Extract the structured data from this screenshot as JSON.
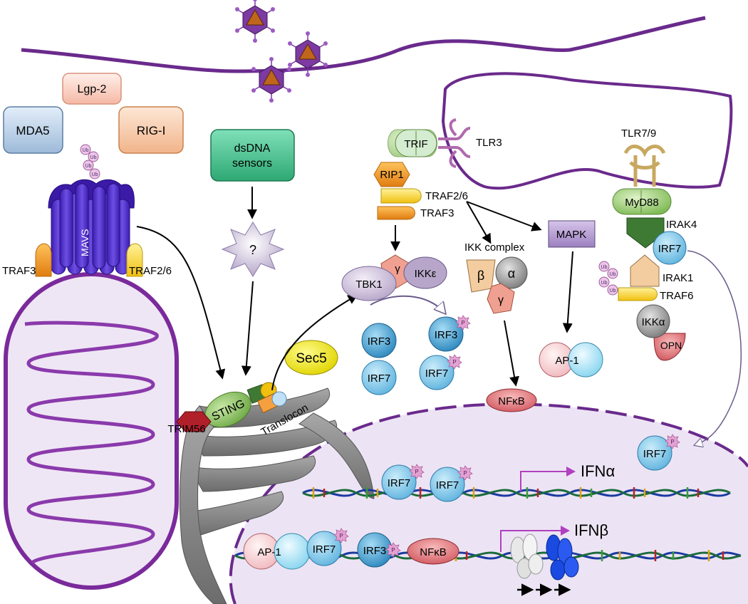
{
  "receptors": {
    "mda5": "MDA5",
    "lgp2": "Lgp-2",
    "rigi": "RIG-I",
    "mavs": "MAVS",
    "traf3_mito": "TRAF3",
    "traf26_mito": "TRAF2/6",
    "dsdna": [
      "dsDNA",
      "sensors"
    ],
    "unknown": "?",
    "ub": "Ub"
  },
  "er": {
    "sting": "STING",
    "translocon": "Translocon",
    "trim56": "TRIM56",
    "sec5": "Sec5"
  },
  "tlr3_path": {
    "trif": "TRIF",
    "tlr3": "TLR3",
    "rip1": "RIP1",
    "traf26": "TRAF2/6",
    "traf3": "TRAF3"
  },
  "kinases": {
    "tbk1": "TBK1",
    "ikke": "IKKε",
    "gamma": "γ",
    "ikk_complex": "IKK complex",
    "beta": "β",
    "alpha": "α",
    "gamma2": "γ",
    "mapk": "MAPK",
    "ap1": "AP-1",
    "nfkb": "NFκB"
  },
  "irfs": {
    "irf3": "IRF3",
    "irf7": "IRF7",
    "p": "P"
  },
  "tlr79_path": {
    "tlr79": "TLR7/9",
    "myd88": "MyD88",
    "irak4": "IRAK4",
    "irf7": "IRF7",
    "irak1": "IRAK1",
    "traf6": "TRAF6",
    "ikka": "IKKα",
    "opn": "OPN"
  },
  "nucleus": {
    "ifna": "IFNα",
    "ifnb": "IFNβ",
    "ap1": "AP-1",
    "irf7": "IRF7",
    "irf3": "IRF3",
    "nfkb": "NFκB"
  },
  "colors": {
    "membrane": "#6a2a8c",
    "arrow": "#000000",
    "irf": "#3e9fd2",
    "nucleus_fill": "#ece4f4",
    "mito_fill": "#efe6f5"
  }
}
